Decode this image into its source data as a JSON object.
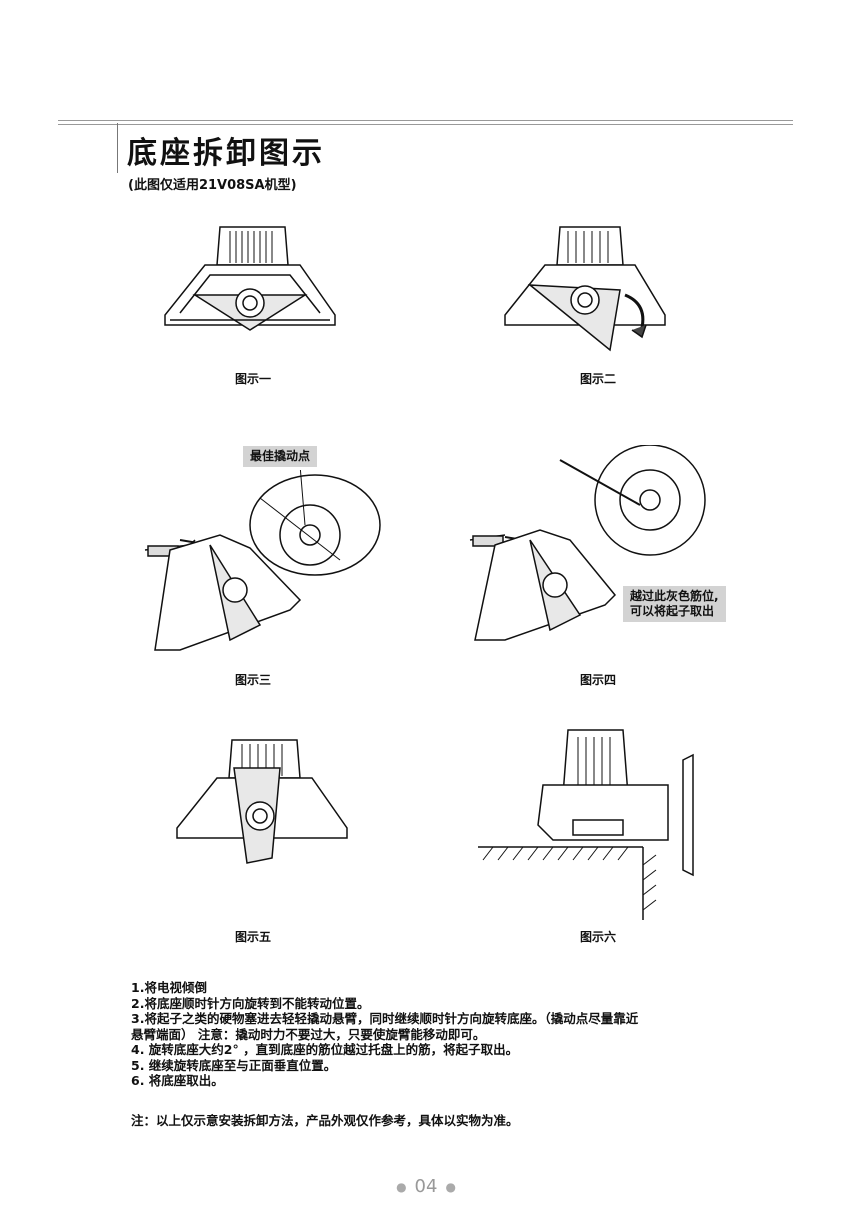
{
  "title": "底座拆卸图示",
  "subtitle": "(此图仅适用21V08SA机型)",
  "figures": [
    {
      "caption": "图示一",
      "icon": "tv-base-upright-illustration"
    },
    {
      "caption": "图示二",
      "icon": "tv-base-rotating-illustration"
    },
    {
      "caption": "图示三",
      "icon": "screwdriver-pry-illustration"
    },
    {
      "caption": "图示四",
      "icon": "screwdriver-remove-illustration"
    },
    {
      "caption": "图示五",
      "icon": "base-vertical-illustration"
    },
    {
      "caption": "图示六",
      "icon": "base-removed-illustration"
    }
  ],
  "callouts": {
    "best_pivot": "最佳撬动点",
    "gray_rib_line1": "越过此灰色筋位,",
    "gray_rib_line2": "可以将起子取出"
  },
  "steps": [
    "1.将电视倾倒",
    "2.将底座顺时针方向旋转到不能转动位置。",
    "3.将起子之类的硬物塞进去轻轻撬动悬臂，同时继续顺时针方向旋转底座。（撬动点尽量靠近",
    "悬臂端面） 注意：撬动时力不要过大，只要使旋臂能移动即可。",
    "4. 旋转底座大约2° ，直到底座的筋位越过托盘上的筋，将起子取出。",
    "5. 继续旋转底座至与正面垂直位置。",
    "6. 将底座取出。"
  ],
  "note": "注：以上仅示意安装拆卸方法，产品外观仅作参考，具体以实物为准。",
  "page_number": "04"
}
